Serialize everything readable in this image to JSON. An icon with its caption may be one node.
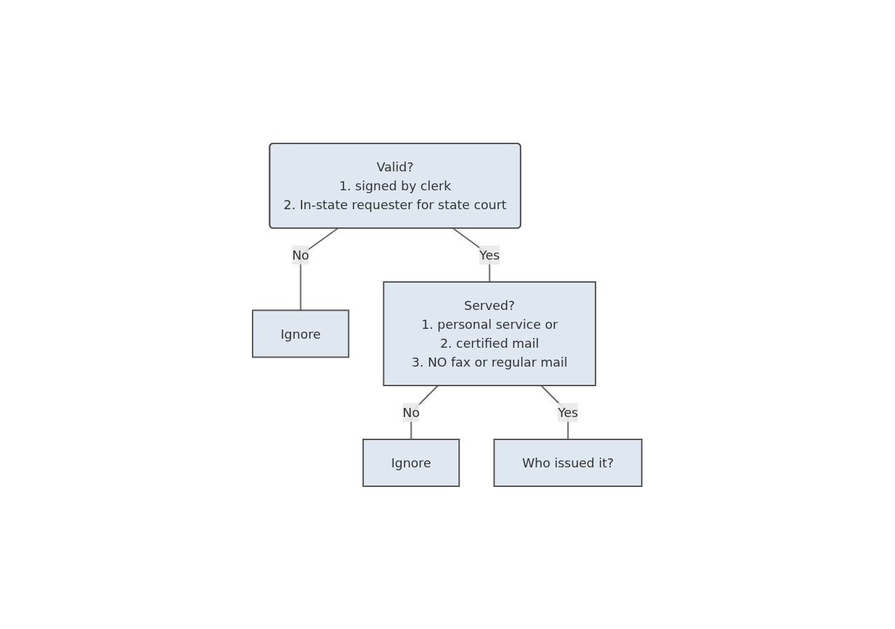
{
  "diagram": {
    "nodes": [
      {
        "text": [
          "Valid?",
          "1. signed by clerk",
          "2. In-state requester for state court"
        ]
      },
      {
        "text": [
          "Ignore"
        ]
      },
      {
        "text": [
          "Served?",
          "1. personal service or",
          "2. certified mail",
          "3. NO fax or regular mail"
        ]
      },
      {
        "text": [
          "Ignore"
        ]
      },
      {
        "text": [
          "Who issued it?"
        ]
      }
    ],
    "edges": [
      {
        "from": 0,
        "to": 1,
        "arrow": "none",
        "label": "No"
      },
      {
        "from": 0,
        "to": 2,
        "arrow": "none",
        "label": "Yes"
      },
      {
        "from": 2,
        "to": 3,
        "arrow": "none",
        "label": "No"
      },
      {
        "from": 2,
        "to": 4,
        "arrow": "none",
        "label": "Yes"
      }
    ]
  }
}
